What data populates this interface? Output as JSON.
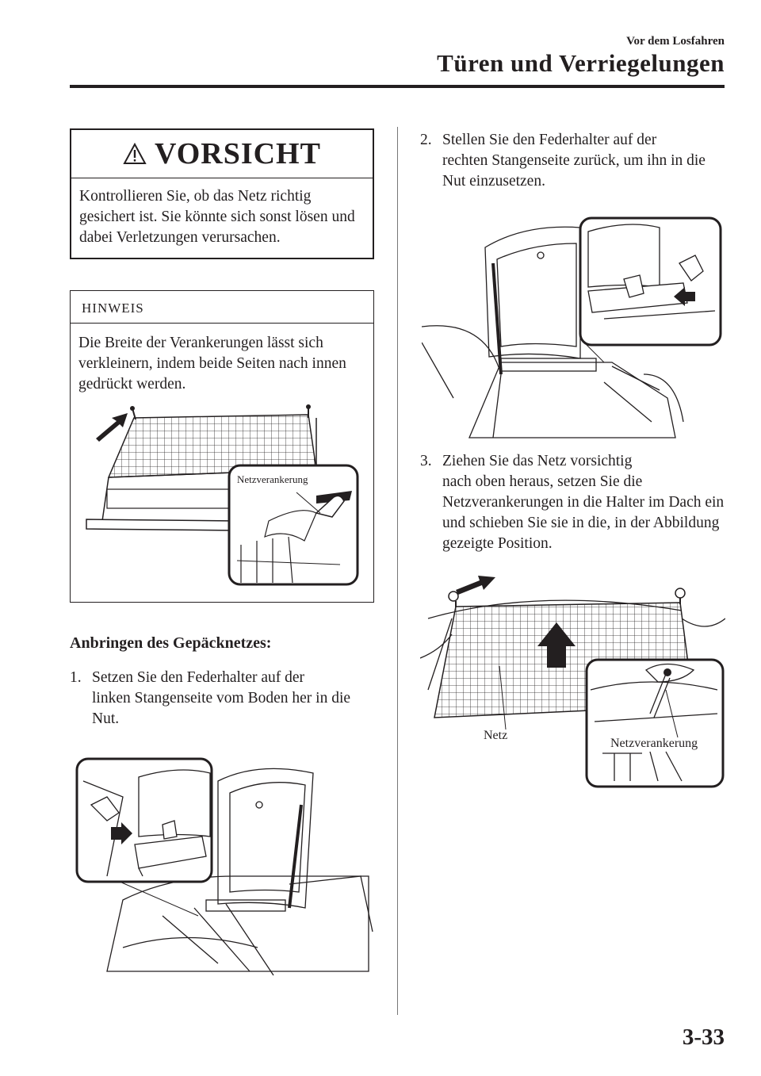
{
  "header": {
    "section": "Vor dem Losfahren",
    "title": "Türen und Verriegelungen"
  },
  "caution": {
    "title": "VORSICHT",
    "text": "Kontrollieren Sie, ob das Netz richtig gesichert ist. Sie könnte sich sonst lösen und dabei Verletzungen verursachen."
  },
  "note": {
    "title": "HINWEIS",
    "text": "Die Breite der Verankerungen lässt sich verkleinern, indem beide Seiten nach innen gedrückt werden.",
    "figure_label": "Netzverankerung"
  },
  "section_heading": "Anbringen des Gepäcknetzes:",
  "steps": [
    {
      "number": "1.",
      "line1": "Setzen Sie den Federhalter auf der",
      "rest": "linken Stangenseite vom Boden her in die Nut."
    },
    {
      "number": "2.",
      "line1": "Stellen Sie den Federhalter auf der",
      "rest": "rechten Stangenseite zurück, um ihn in die Nut einzusetzen."
    },
    {
      "number": "3.",
      "line1": "Ziehen Sie das Netz vorsichtig",
      "rest": "nach oben heraus, setzen Sie die Netzverankerungen in die Halter im Dach ein und schieben Sie sie in die, in der Abbildung gezeigte Position."
    }
  ],
  "figure3": {
    "label_net": "Netz",
    "label_anchor": "Netzverankerung"
  },
  "page_number": "3-33"
}
